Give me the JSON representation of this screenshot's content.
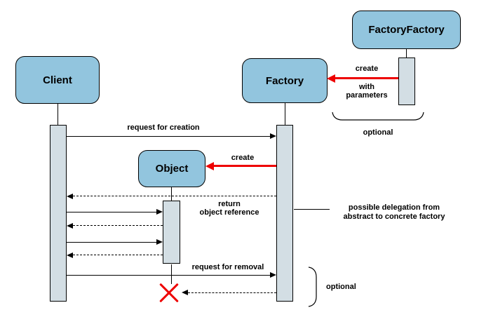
{
  "diagram": {
    "type": "uml-sequence-diagram",
    "colors": {
      "actor_fill": "#92c5de",
      "activation_fill": "#d3dee4",
      "line": "#000000",
      "create_destroy_red": "#ee0000",
      "background": "#ffffff"
    },
    "actors": {
      "client": {
        "label": "Client"
      },
      "factory": {
        "label": "Factory"
      },
      "factory_factory": {
        "label": "FactoryFactory"
      },
      "object": {
        "label": "Object"
      }
    },
    "messages": {
      "request_creation": {
        "label": "request for creation"
      },
      "create_factory": {
        "line1": "create",
        "line2": "with",
        "line3": "parameters"
      },
      "create_object": {
        "label": "create"
      },
      "return_reference": {
        "line1": "return",
        "line2": "object reference"
      },
      "request_removal": {
        "label": "request for removal"
      }
    },
    "annotations": {
      "optional_top": {
        "label": "optional"
      },
      "optional_bottom": {
        "label": "optional"
      },
      "delegation": {
        "line1": "possible delegation from",
        "line2": "abstract to concrete factory"
      }
    }
  }
}
